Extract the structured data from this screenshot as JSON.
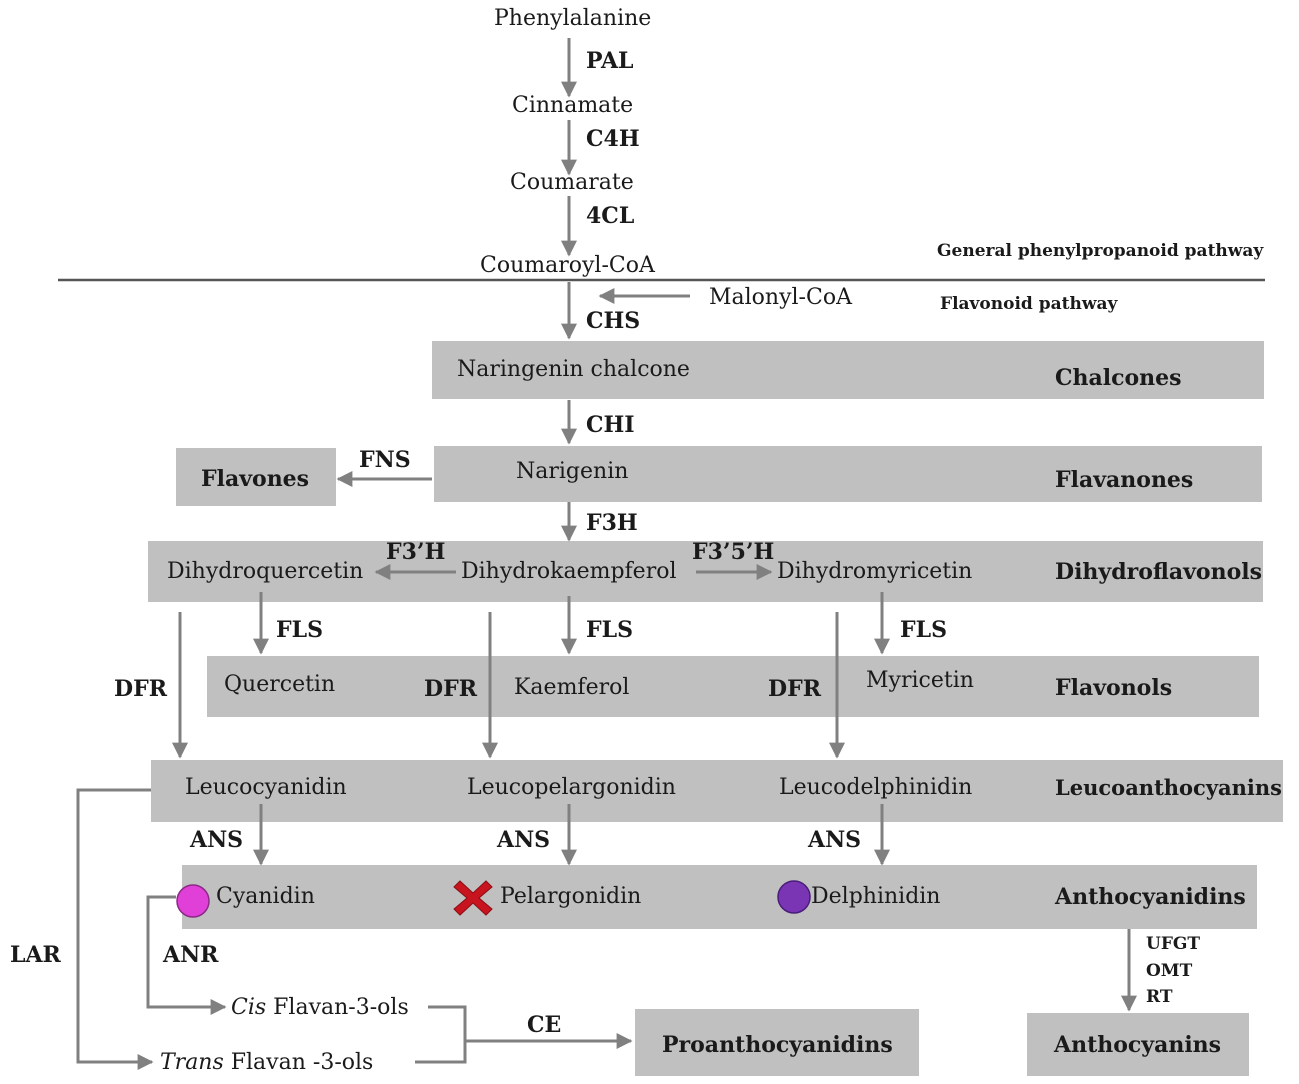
{
  "metabolites": {
    "phenylalanine": "Phenylalanine",
    "cinnamate": "Cinnamate",
    "coumarate": "Coumarate",
    "coumaroyl_coa": "Coumaroyl-CoA",
    "malonyl_coa": "Malonyl-CoA",
    "naringenin_chalcone": "Naringenin chalcone",
    "narigenin": "Narigenin",
    "flavones": "Flavones",
    "dihydroquercetin": "Dihydroquercetin",
    "dihydrokaempferol": "Dihydrokaempferol",
    "dihydromyricetin": "Dihydromyricetin",
    "quercetin": "Quercetin",
    "kaemferol": "Kaemferol",
    "myricetin": "Myricetin",
    "leucocyanidin": "Leucocyanidin",
    "leucopelargonidin": "Leucopelargonidin",
    "leucodelphinidin": "Leucodelphinidin",
    "cyanidin": "Cyanidin",
    "pelargonidin": "Pelargonidin",
    "delphinidin": "Delphinidin",
    "cis_prefix": "Cis",
    "cis_rest": " Flavan-3-ols",
    "trans_prefix": "Trans",
    "trans_rest": " Flavan -3-ols",
    "proanthocyanidins": "Proanthocyanidins",
    "anthocyanins": "Anthocyanins"
  },
  "enzymes": {
    "pal": "PAL",
    "c4h": "C4H",
    "cl4": "4CL",
    "chs": "CHS",
    "chi": "CHI",
    "fns": "FNS",
    "f3h": "F3H",
    "f3ph": "F3’H",
    "f35h": "F3’5’H",
    "fls_1": "FLS",
    "fls_2": "FLS",
    "fls_3": "FLS",
    "dfr_1": "DFR",
    "dfr_2": "DFR",
    "dfr_3": "DFR",
    "ans_1": "ANS",
    "ans_2": "ANS",
    "ans_3": "ANS",
    "anr": "ANR",
    "lar": "LAR",
    "ce": "CE",
    "ufgt": "UFGT",
    "omt": "OMT",
    "rt": "RT"
  },
  "pathways": {
    "general": "General phenylpropanoid pathway",
    "flavonoid": "Flavonoid pathway"
  },
  "classes": {
    "chalcones": "Chalcones",
    "flavanones": "Flavanones",
    "dihydroflavonols": "Dihydroflavonols",
    "flavonols": "Flavonols",
    "leucoanthocyanins": "Leucoanthocyanins",
    "anthocyanidins": "Anthocyanidins"
  },
  "colors": {
    "box": "#c0c0c0",
    "arrow": "#808080",
    "rule": "#555555",
    "cyanidin_dot": "#e040d8",
    "delphinidin_dot": "#7a35b5",
    "pelargonidin_cross": "#c8141e"
  },
  "icons": {
    "cyanidin_marker": "magenta-circle-icon",
    "delphinidin_marker": "purple-circle-icon",
    "pelargonidin_marker": "red-cross-icon"
  }
}
